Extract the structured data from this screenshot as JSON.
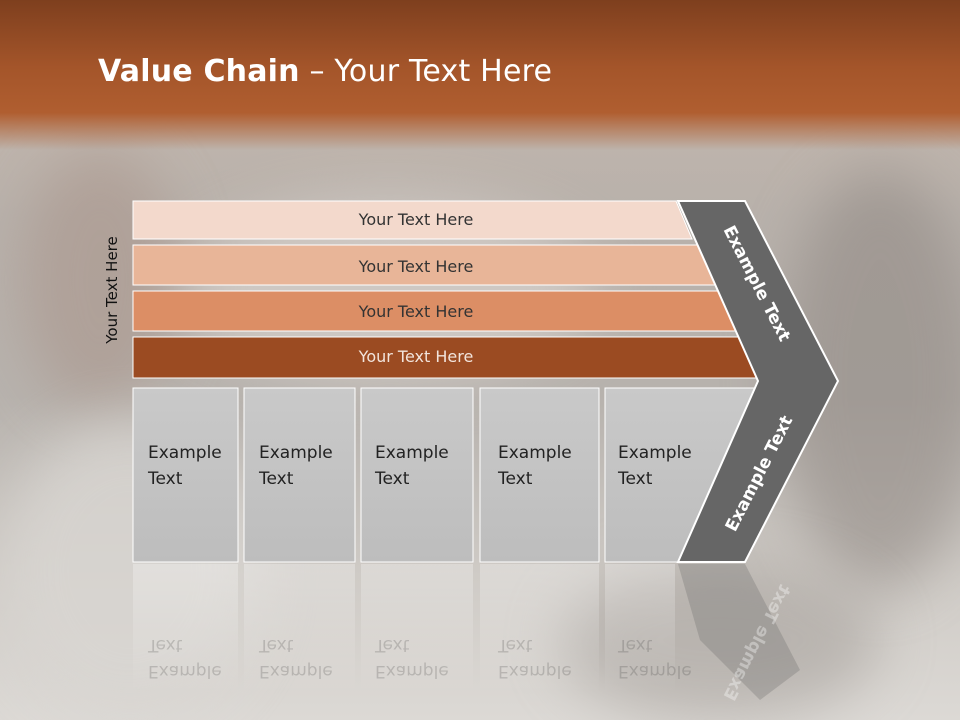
{
  "title": {
    "bold": "Value Chain",
    "rest": " – Your Text Here"
  },
  "side_label": "Your Text Here",
  "rows": [
    {
      "label": "Your Text Here",
      "fill": "#f3d9cc",
      "text_color": "#333333"
    },
    {
      "label": "Your Text Here",
      "fill": "#e8b598",
      "text_color": "#333333"
    },
    {
      "label": "Your Text Here",
      "fill": "#dc8e65",
      "text_color": "#333333"
    },
    {
      "label": "Your Text Here",
      "fill": "#9b4b22",
      "text_color": "#f2e4dc"
    }
  ],
  "cells": [
    {
      "line1": "Example",
      "line2": "Text"
    },
    {
      "line1": "Example",
      "line2": "Text"
    },
    {
      "line1": "Example",
      "line2": "Text"
    },
    {
      "line1": "Example",
      "line2": "Text"
    },
    {
      "line1": "Example",
      "line2": "Text"
    }
  ],
  "chevron": {
    "top_label": "Example Text",
    "bottom_label": "Example Text",
    "fill": "#666666"
  },
  "colors": {
    "header": "#a4552a",
    "cell_fill": "#c3c3c3"
  }
}
